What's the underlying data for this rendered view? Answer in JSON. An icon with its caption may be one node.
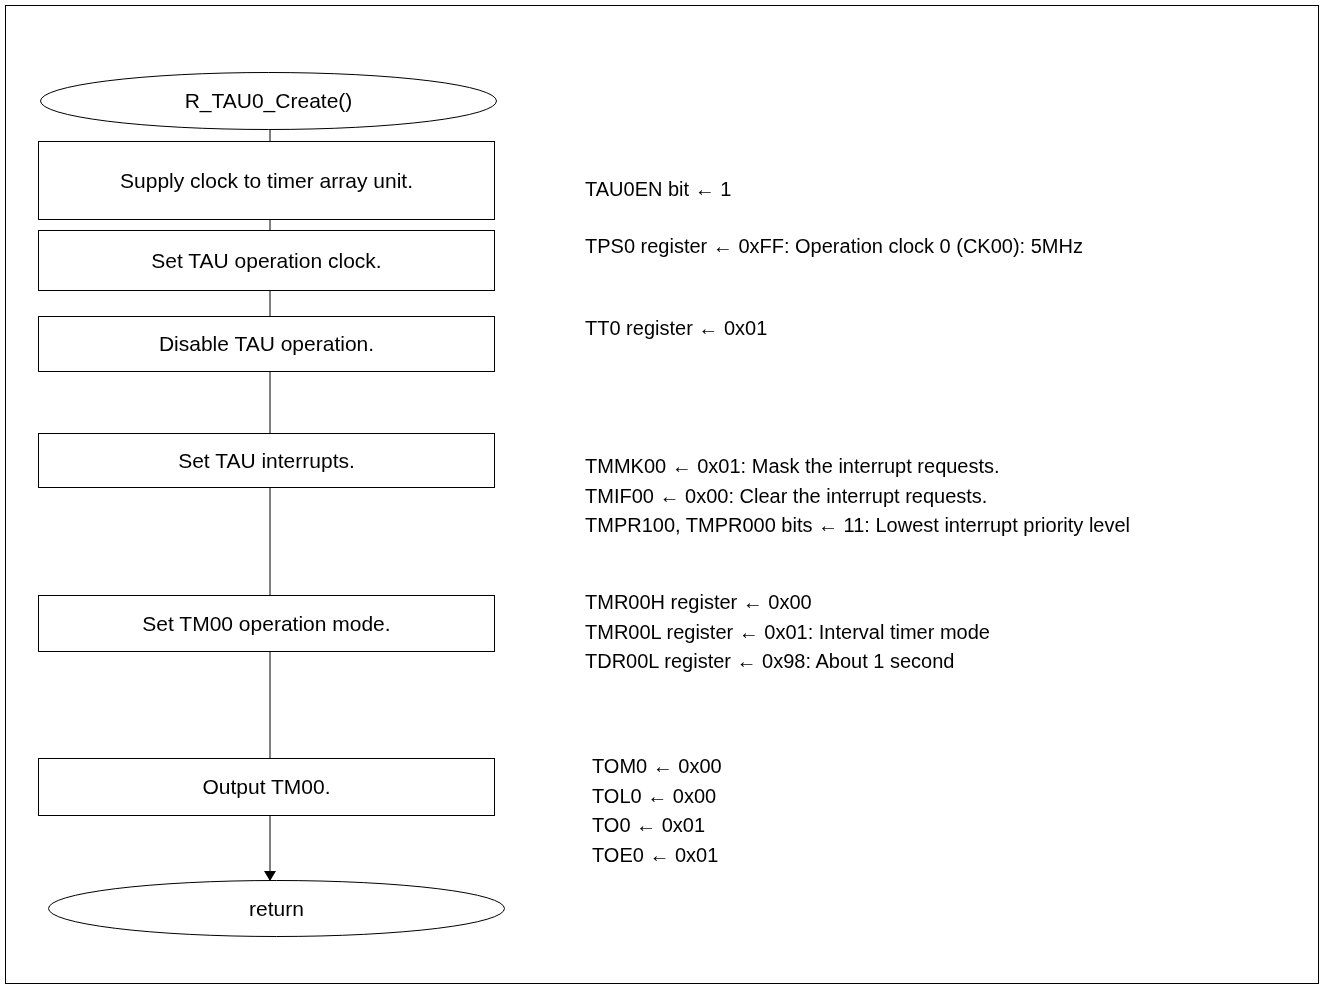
{
  "diagram": {
    "nodes": [
      {
        "text": [
          "R_TAU0_Create()"
        ]
      },
      {
        "text": [
          "Supply clock to timer array unit."
        ]
      },
      {
        "text": [
          "Set TAU operation clock."
        ]
      },
      {
        "text": [
          "Disable TAU operation."
        ]
      },
      {
        "text": [
          "Set TAU interrupts."
        ]
      },
      {
        "text": [
          "Set TM00 operation mode."
        ]
      },
      {
        "text": [
          "Output TM00."
        ]
      },
      {
        "text": [
          "return"
        ]
      }
    ],
    "edges": [
      {
        "from": 0,
        "to": 1,
        "arrow": "none"
      },
      {
        "from": 1,
        "to": 2,
        "arrow": "none"
      },
      {
        "from": 2,
        "to": 3,
        "arrow": "none"
      },
      {
        "from": 3,
        "to": 4,
        "arrow": "none"
      },
      {
        "from": 4,
        "to": 5,
        "arrow": "none"
      },
      {
        "from": 5,
        "to": 6,
        "arrow": "none"
      },
      {
        "from": 6,
        "to": 7,
        "arrow": "to"
      }
    ],
    "labels": [
      "TAU0EN bit ← 1",
      "TPS0 register ← 0xFF: Operation clock 0 (CK00): 5MHz",
      "TT0 register ← 0x01",
      "TMMK00 ← 0x01: Mask the interrupt requests.",
      "TMIF00 ← 0x00: Clear the interrupt requests.",
      "TMPR100, TMPR000 bits ← 11: Lowest interrupt priority level",
      "TMR00H register ← 0x00",
      "TMR00L register ← 0x01: Interval timer mode",
      "TDR00L register ← 0x98: About 1 second",
      "TOM0 ← 0x00",
      "TOL0 ← 0x00",
      "TO0 ← 0x01",
      "TOE0 ← 0x01"
    ]
  }
}
